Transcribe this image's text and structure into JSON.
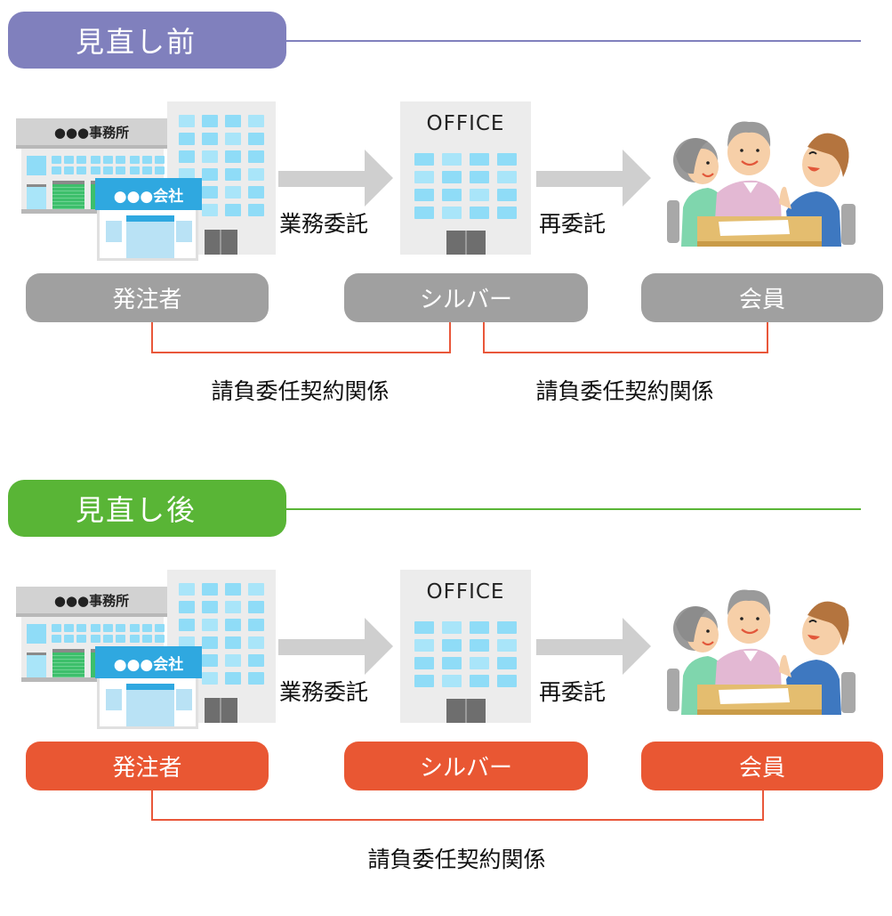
{
  "colors": {
    "before_accent": "#8080bd",
    "after_accent": "#59b536",
    "pill_before": "#a0a0a0",
    "pill_after": "#e95733",
    "connector": "#e9573a",
    "arrow": "#cfcfcf"
  },
  "sections": [
    {
      "id": "before",
      "title": "見直し前",
      "client_building": {
        "office_sign": "●●●事務所",
        "company_sign": "●●●会社"
      },
      "silver_building": {
        "sign": "OFFICE"
      },
      "arrow1_label": "業務委託",
      "arrow2_label": "再委託",
      "pills": [
        "発注者",
        "シルバー",
        "会員"
      ],
      "relations": [
        {
          "from": "発注者",
          "to": "シルバー",
          "label": "請負委任契約関係"
        },
        {
          "from": "シルバー",
          "to": "会員",
          "label": "請負委任契約関係"
        }
      ],
      "members_illustration": "people-meeting-icon"
    },
    {
      "id": "after",
      "title": "見直し後",
      "client_building": {
        "office_sign": "●●●事務所",
        "company_sign": "●●●会社"
      },
      "silver_building": {
        "sign": "OFFICE"
      },
      "arrow1_label": "業務委託",
      "arrow2_label": "再委託",
      "pills": [
        "発注者",
        "シルバー",
        "会員"
      ],
      "relations": [
        {
          "from": "発注者",
          "to": "会員",
          "label": "請負委任契約関係"
        }
      ],
      "members_illustration": "people-meeting-icon"
    }
  ]
}
